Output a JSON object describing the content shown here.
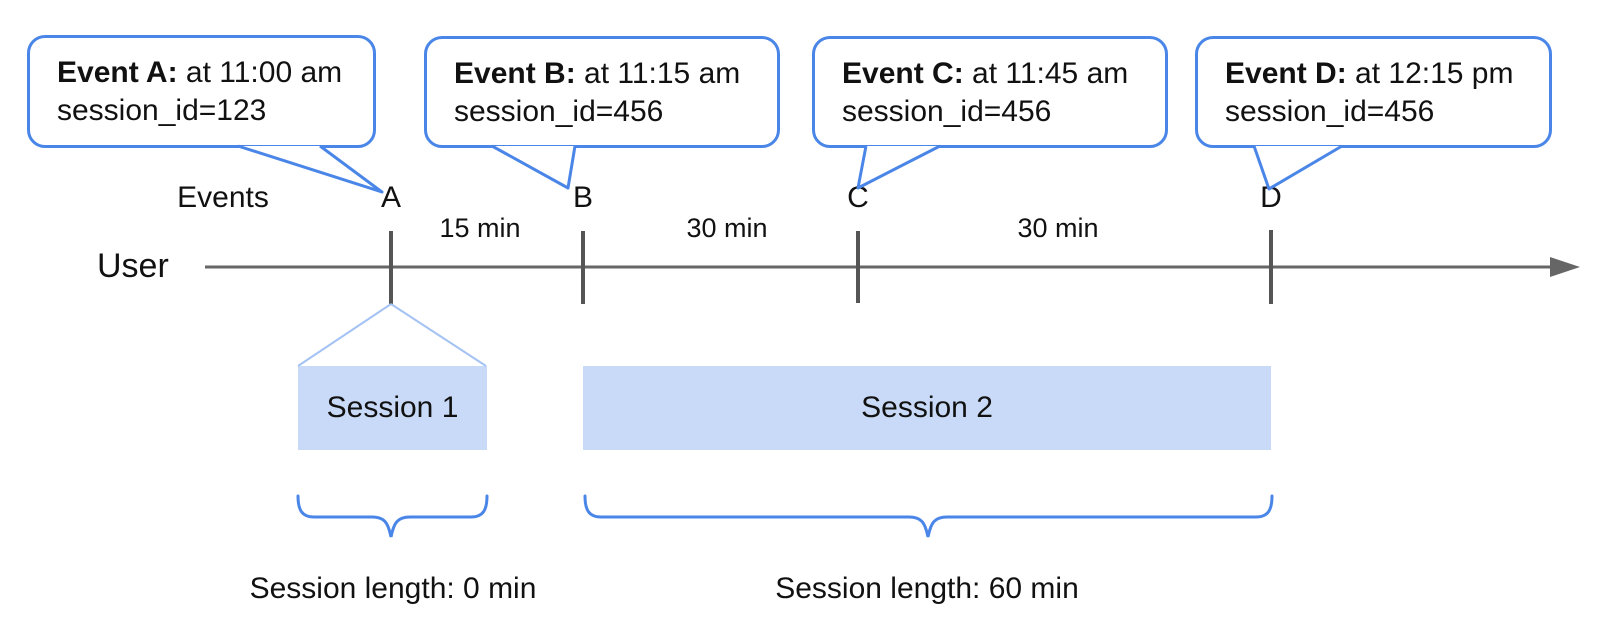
{
  "diagram": {
    "axis": {
      "events_label": "Events",
      "user_label": "User"
    },
    "events": [
      {
        "letter": "A",
        "callout": {
          "title": "Event A:",
          "time": "at 11:00 am",
          "session": "session_id=123"
        }
      },
      {
        "letter": "B",
        "callout": {
          "title": "Event B:",
          "time": "at 11:15 am",
          "session": "session_id=456"
        }
      },
      {
        "letter": "C",
        "callout": {
          "title": "Event C:",
          "time": "at 11:45 am",
          "session": "session_id=456"
        }
      },
      {
        "letter": "D",
        "callout": {
          "title": "Event D:",
          "time": "at 12:15 pm",
          "session": "session_id=456"
        }
      }
    ],
    "intervals": [
      "15 min",
      "30 min",
      "30 min"
    ],
    "sessions": [
      {
        "name": "Session 1",
        "length": "Session length: 0 min"
      },
      {
        "name": "Session 2",
        "length": "Session length: 60 min"
      }
    ],
    "colors": {
      "accent_blue": "#4a86e8",
      "light_blue_fill": "#c9daf8",
      "funnel_blue": "#a4c2f4",
      "timeline_gray": "#666666",
      "tick_gray": "#555555",
      "text_black": "#111111"
    }
  }
}
